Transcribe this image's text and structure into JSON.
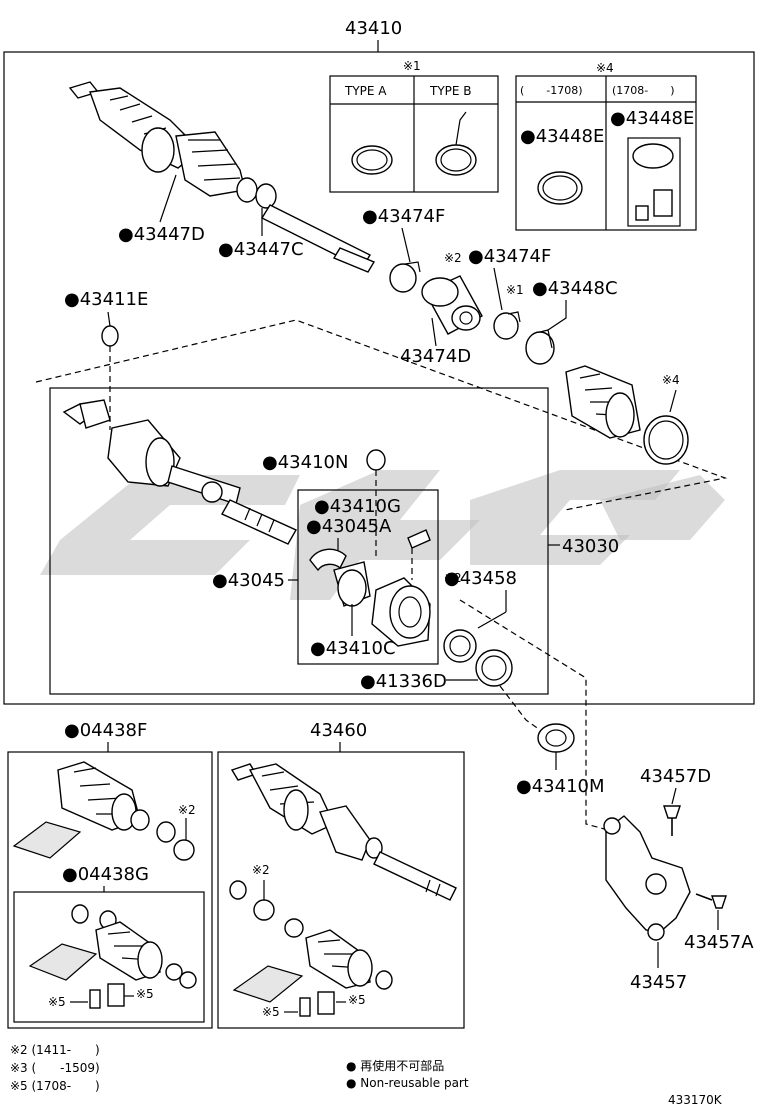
{
  "parts": {
    "p43410": "43410",
    "p43447D": "●43447D",
    "p43447C": "●43447C",
    "p43474F_1": "●43474F",
    "p43474F_2": "●43474F",
    "p43474D": "43474D",
    "p43448C": "●43448C",
    "p43411E": "●43411E",
    "p43410N": "●43410N",
    "p43410G": "●43410G",
    "p43045A": "●43045A",
    "p43045": "●43045",
    "p43410C": "●43410C",
    "p43458": "●43458",
    "p41336D": "●41336D",
    "p43030": "43030",
    "p43410M": "●43410M",
    "p04438F": "●04438F",
    "p04438G": "●04438G",
    "p43460": "43460",
    "p43457D": "43457D",
    "p43457A": "43457A",
    "p43457": "43457",
    "p43448E_1": "●43448E",
    "p43448E_2": "●43448E"
  },
  "notes": {
    "n1": "※1",
    "n2": "※2",
    "n4": "※4",
    "n5": "※5",
    "type_a": "TYPE A",
    "type_b": "TYPE B",
    "range_a": "(　　-1708)",
    "range_b": "(1708-　　)"
  },
  "legend": {
    "l2": "※2 (1411-　　)",
    "l3": "※3 (　　-1509)",
    "l5": "※5 (1708-　　)",
    "jp": "● 再使用不可部品",
    "en": "● Non-reusable part"
  },
  "diagram_id": "433170K"
}
